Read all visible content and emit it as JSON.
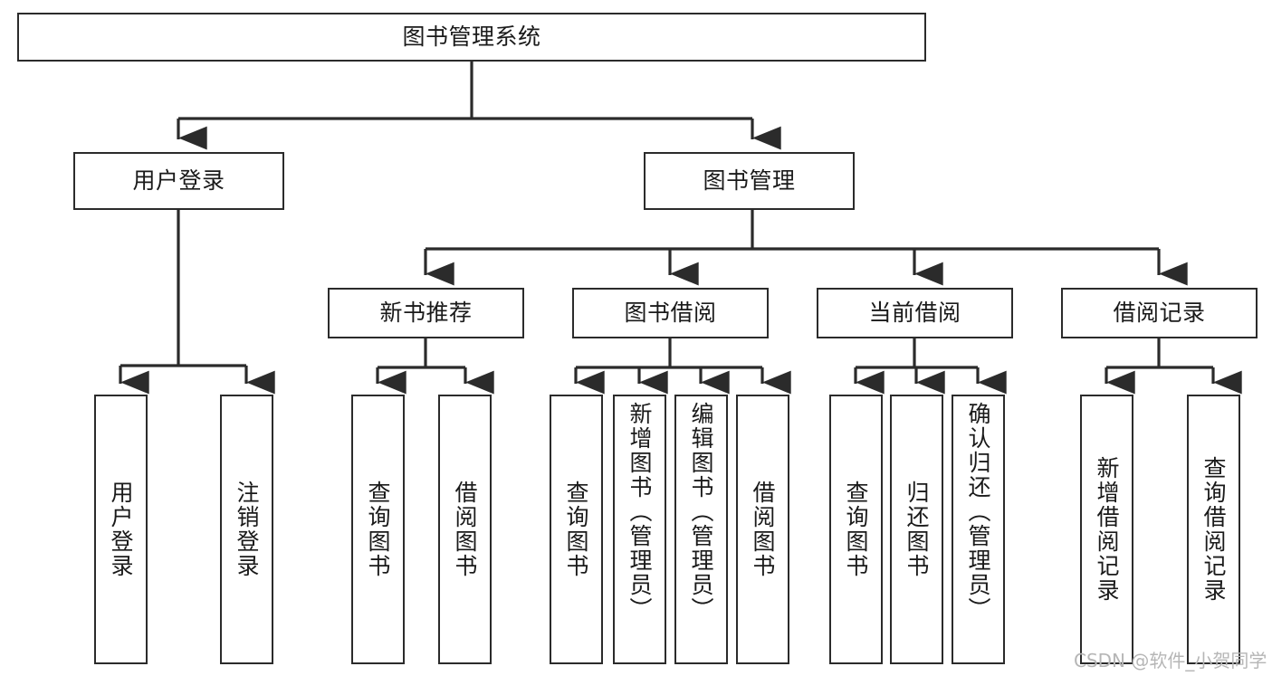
{
  "diagram": {
    "title": "图书管理系统",
    "type": "hierarchy-tree",
    "root": {
      "id": "root",
      "label": "图书管理系统"
    },
    "level2": [
      {
        "id": "user-login",
        "label": "用户登录"
      },
      {
        "id": "book-manage",
        "label": "图书管理"
      }
    ],
    "level3": [
      {
        "id": "new-book-recommend",
        "label": "新书推荐"
      },
      {
        "id": "book-borrow",
        "label": "图书借阅"
      },
      {
        "id": "current-borrow",
        "label": "当前借阅"
      },
      {
        "id": "borrow-record",
        "label": "借阅记录"
      }
    ],
    "leaves": [
      {
        "id": "leaf-user-login",
        "label": "用户登录",
        "parent": "user-login"
      },
      {
        "id": "leaf-logout-login",
        "label": "注销登录",
        "parent": "user-login"
      },
      {
        "id": "leaf-query-book-1",
        "label": "查询图书",
        "parent": "new-book-recommend"
      },
      {
        "id": "leaf-borrow-book-1",
        "label": "借阅图书",
        "parent": "new-book-recommend"
      },
      {
        "id": "leaf-query-book-2",
        "label": "查询图书",
        "parent": "book-borrow"
      },
      {
        "id": "leaf-add-book",
        "label": "新增图书（管理员）",
        "parent": "book-borrow"
      },
      {
        "id": "leaf-edit-book",
        "label": "编辑图书（管理员）",
        "parent": "book-borrow"
      },
      {
        "id": "leaf-borrow-book-2",
        "label": "借阅图书",
        "parent": "book-borrow"
      },
      {
        "id": "leaf-query-book-3",
        "label": "查询图书",
        "parent": "current-borrow"
      },
      {
        "id": "leaf-return-book",
        "label": "归还图书",
        "parent": "current-borrow"
      },
      {
        "id": "leaf-confirm-return",
        "label": "确认归还（管理员）",
        "parent": "current-borrow"
      },
      {
        "id": "leaf-add-record",
        "label": "新增借阅记录",
        "parent": "borrow-record"
      },
      {
        "id": "leaf-query-record",
        "label": "查询借阅记录",
        "parent": "borrow-record"
      }
    ],
    "colors": {
      "stroke": "#2b2b2b",
      "fill": "#ffffff",
      "text": "#1a1a1a",
      "watermark": "#b6b6b6"
    }
  },
  "watermark": {
    "text": "CSDN @软件_小贺同学"
  }
}
